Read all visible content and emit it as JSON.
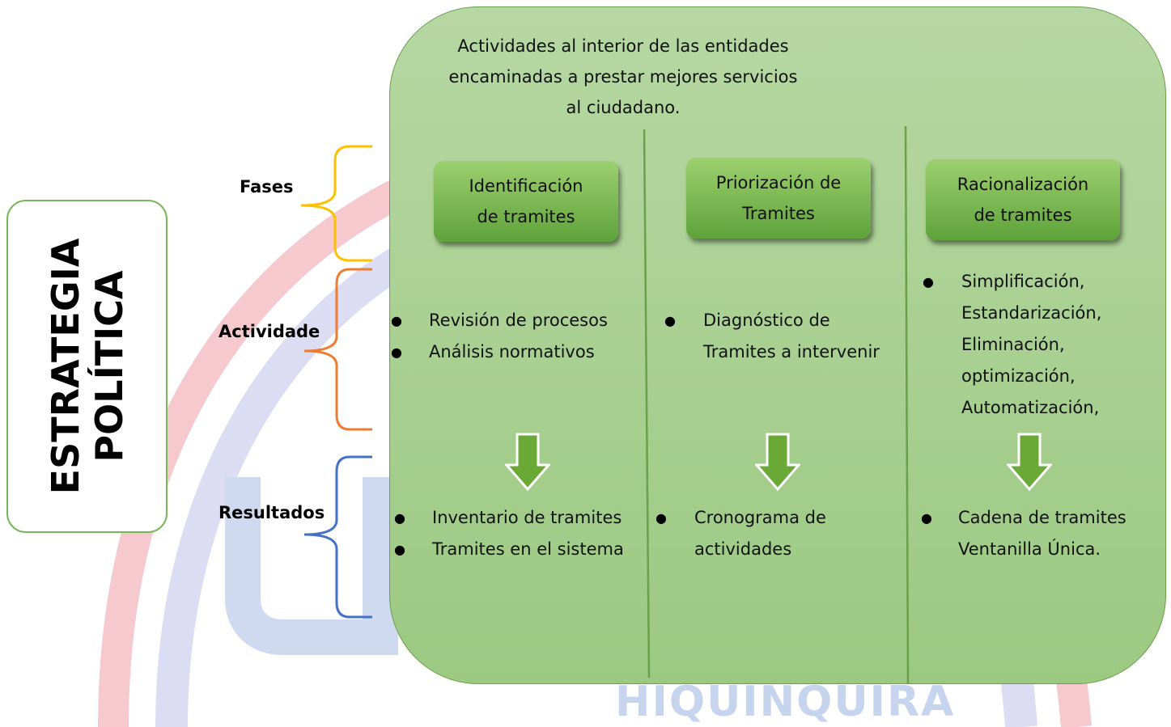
{
  "watermark": {
    "text": "HIQUINQUIRÁ"
  },
  "strategy": {
    "line1": "ESTRATEGIA",
    "line2": "POLÍTICA"
  },
  "row_labels": {
    "fases": "Fases",
    "actividades": "Actividade",
    "resultados": "Resultados"
  },
  "panel": {
    "title_lines": [
      "Actividades al interior de las entidades",
      "encaminadas a prestar mejores servicios",
      "al ciudadano."
    ]
  },
  "phases": [
    {
      "title_lines": [
        "Identificación",
        "de tramites"
      ],
      "activities": [
        "Revisión de procesos",
        "Análisis normativos"
      ],
      "results": [
        "Inventario de tramites",
        "Tramites en el sistema"
      ]
    },
    {
      "title_lines": [
        "Priorización de",
        "Tramites"
      ],
      "activities": [
        "Diagnóstico de",
        "Tramites a intervenir"
      ],
      "results": [
        "Cronograma de",
        "actividades"
      ]
    },
    {
      "title_lines": [
        "Racionalización",
        "de tramites"
      ],
      "activities": [
        "Simplificación,",
        "Estandarización,",
        "Eliminación,",
        "optimización,",
        "Automatización,"
      ],
      "results": [
        "Cadena de tramites",
        "Ventanilla Única."
      ]
    }
  ],
  "colors": {
    "panel_fill": "#a9d18e",
    "panel_border": "#6aa04a",
    "phase_box": "#70ad47",
    "arrow": "#6aa936",
    "brace_fases": "#ffc000",
    "brace_actividades": "#ed7d31",
    "brace_resultados": "#4472c4",
    "strategy_border": "#7ab55c"
  },
  "icons": {
    "bullet": "bullet-dot-icon",
    "arrow": "down-arrow-icon"
  }
}
